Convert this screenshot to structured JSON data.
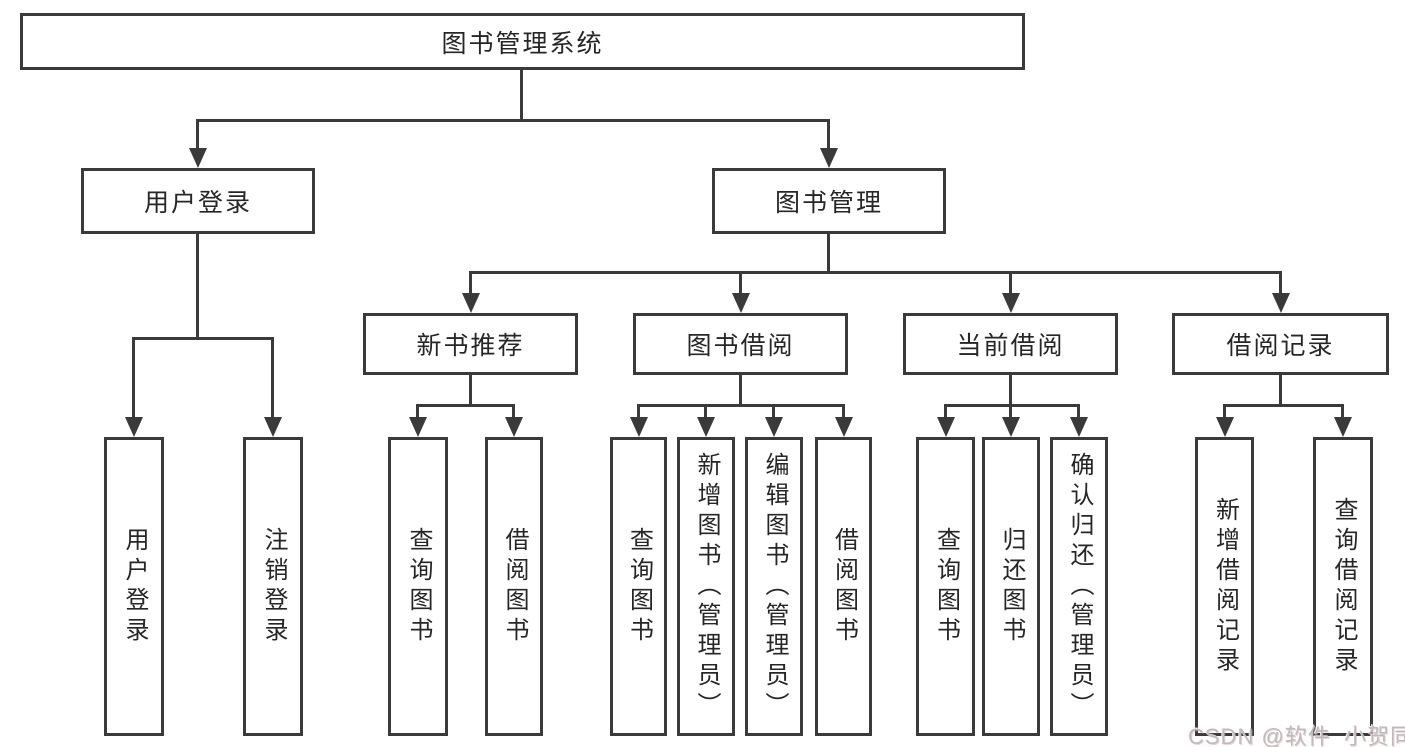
{
  "diagram_type": "hierarchy-tree",
  "title": "图书管理系统",
  "watermark": "CSDN @软件_小贺同学",
  "colors": {
    "line": "#3a3a3a",
    "box_border": "#3a3a3a",
    "box_background": "#ffffff",
    "text": "#262626",
    "watermark": "#b9bdc3"
  },
  "nodes": {
    "root": {
      "label": "图书管理系统"
    },
    "user_login": {
      "label": "用户登录"
    },
    "book_mgmt": {
      "label": "图书管理"
    },
    "new_book": {
      "label": "新书推荐"
    },
    "book_borrow": {
      "label": "图书借阅"
    },
    "current_borrow": {
      "label": "当前借阅"
    },
    "borrow_record": {
      "label": "借阅记录"
    },
    "leaf_user_login": {
      "label": "用户登录"
    },
    "leaf_logout": {
      "label": "注销登录"
    },
    "leaf_nb_query": {
      "label": "查询图书"
    },
    "leaf_nb_borrow": {
      "label": "借阅图书"
    },
    "leaf_bb_query": {
      "label": "查询图书"
    },
    "leaf_bb_add": {
      "label": "新增图书（管理员）"
    },
    "leaf_bb_edit": {
      "label": "编辑图书（管理员）"
    },
    "leaf_bb_borrow": {
      "label": "借阅图书"
    },
    "leaf_cb_query": {
      "label": "查询图书"
    },
    "leaf_cb_return": {
      "label": "归还图书"
    },
    "leaf_cb_confirm": {
      "label": "确认归还（管理员）"
    },
    "leaf_br_add": {
      "label": "新增借阅记录"
    },
    "leaf_br_query": {
      "label": "查询借阅记录"
    }
  },
  "hierarchy": {
    "图书管理系统": {
      "用户登录": [
        "用户登录",
        "注销登录"
      ],
      "图书管理": {
        "新书推荐": [
          "查询图书",
          "借阅图书"
        ],
        "图书借阅": [
          "查询图书",
          "新增图书（管理员）",
          "编辑图书（管理员）",
          "借阅图书"
        ],
        "当前借阅": [
          "查询图书",
          "归还图书",
          "确认归还（管理员）"
        ],
        "借阅记录": [
          "新增借阅记录",
          "查询借阅记录"
        ]
      }
    }
  }
}
